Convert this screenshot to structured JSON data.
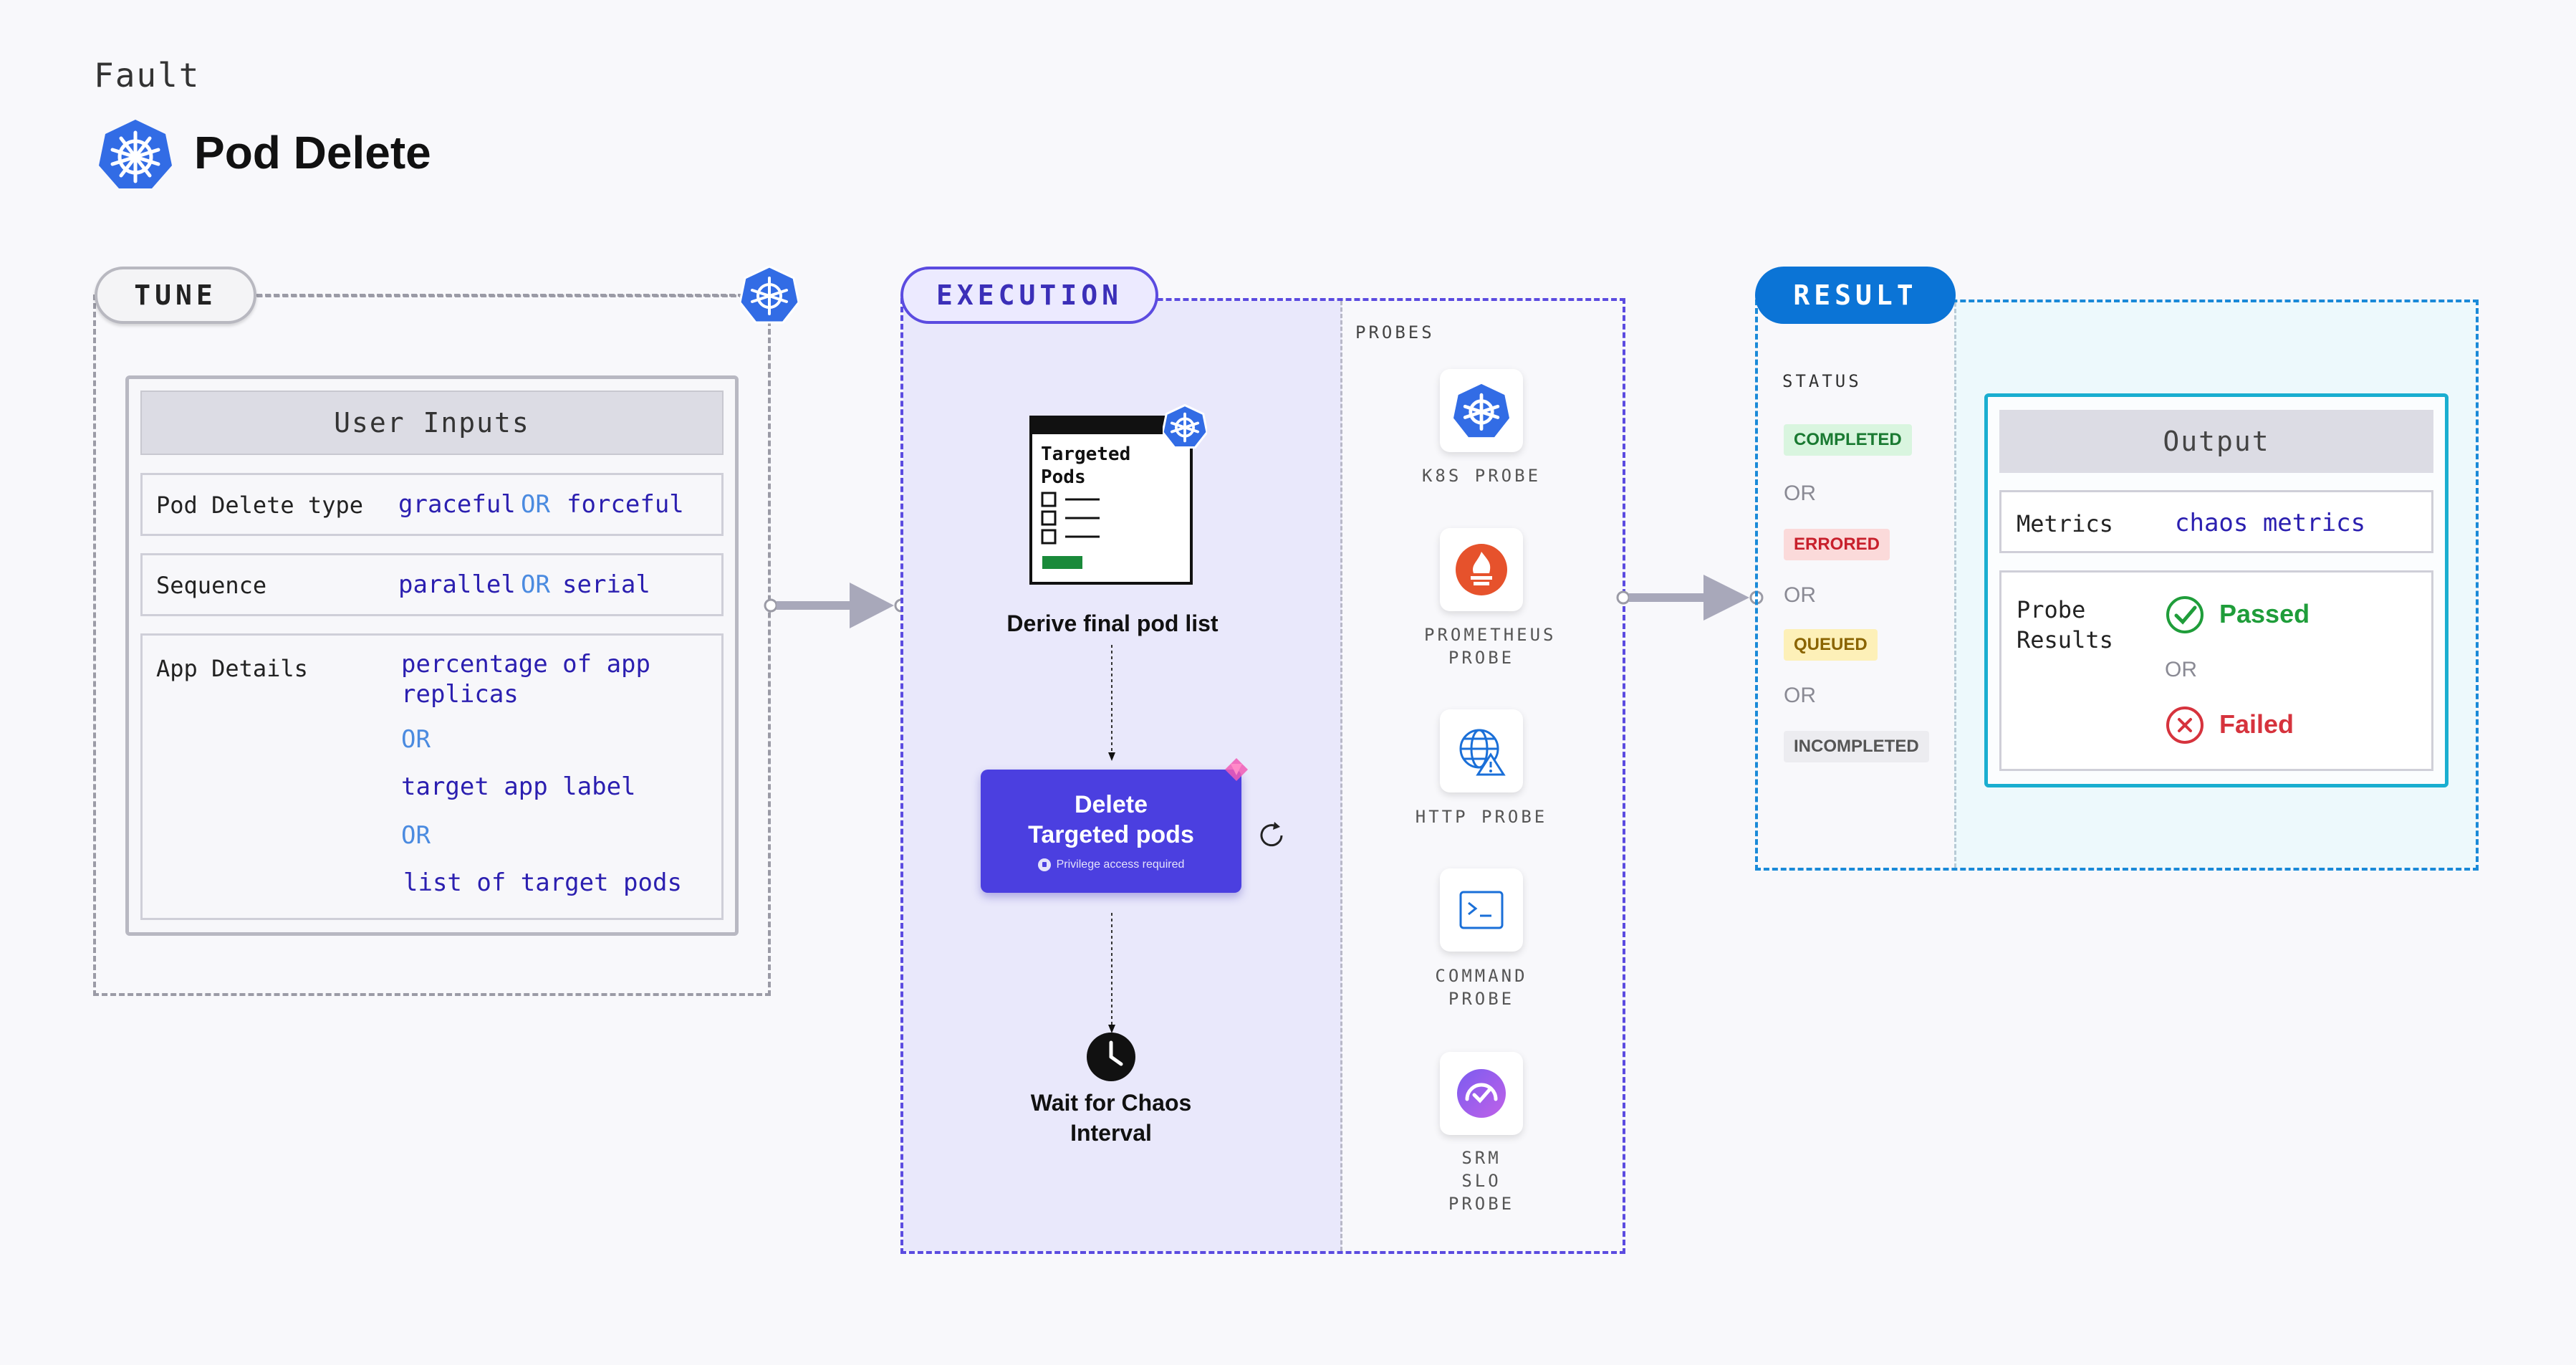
{
  "header": {
    "fault_label": "Fault",
    "title": "Pod Delete"
  },
  "tune": {
    "pill": "TUNE",
    "card_title": "User Inputs",
    "rows": [
      {
        "label": "Pod Delete type",
        "value1": "graceful",
        "or": "OR",
        "value2": "forceful"
      },
      {
        "label": "Sequence",
        "value1": "parallel",
        "or": "OR",
        "value2": "serial"
      }
    ],
    "app_details": {
      "label": "App Details",
      "options": [
        "percentage of app replicas",
        "target app label",
        "list of target pods"
      ],
      "or": "OR"
    }
  },
  "execution": {
    "pill": "EXECUTION",
    "doc_title": "Targeted Pods",
    "step1": "Derive final pod list",
    "step2_title": "Delete Targeted pods",
    "step2_note": "Privilege access required",
    "step3": "Wait for Chaos Interval"
  },
  "probes": {
    "heading": "PROBES",
    "items": [
      {
        "label": "K8S PROBE",
        "icon": "k8s-icon"
      },
      {
        "label": "PROMETHEUS PROBE",
        "icon": "prometheus-icon"
      },
      {
        "label": "HTTP PROBE",
        "icon": "http-globe-icon"
      },
      {
        "label": "COMMAND PROBE",
        "icon": "terminal-icon"
      },
      {
        "label": "SRM SLO PROBE",
        "icon": "slo-icon"
      }
    ]
  },
  "result": {
    "pill": "RESULT",
    "status_heading": "STATUS",
    "statuses": [
      "COMPLETED",
      "ERRORED",
      "QUEUED",
      "INCOMPLETED"
    ],
    "or": "OR",
    "output_title": "Output",
    "metrics_label": "Metrics",
    "metrics_value": "chaos metrics",
    "probe_results_label": "Probe Results",
    "passed": "Passed",
    "failed": "Failed",
    "or2": "OR"
  },
  "colors": {
    "execution": "#5b4be0",
    "result": "#0b74d6",
    "value_text": "#2b1fb0",
    "passed": "#1f9d3a",
    "failed": "#d6333d",
    "completed_bg": "#d9f5df",
    "errored_bg": "#fbdada",
    "queued_bg": "#fdf0b8",
    "incompleted_bg": "#ececf0"
  }
}
